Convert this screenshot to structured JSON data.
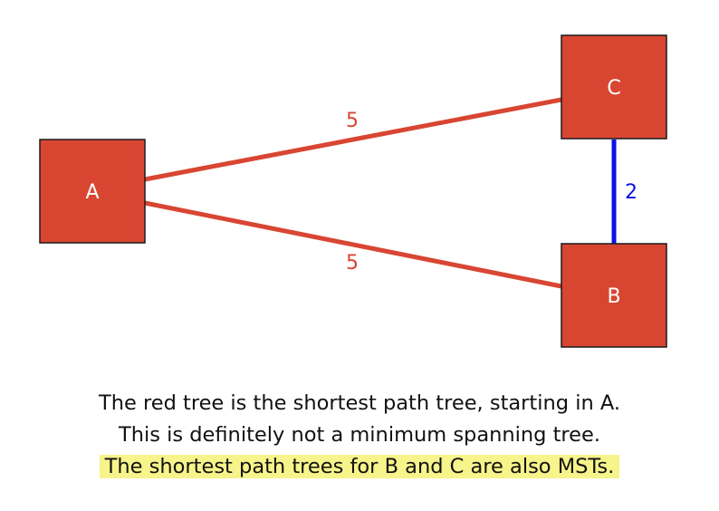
{
  "nodes": [
    {
      "id": "A",
      "label": "A"
    },
    {
      "id": "B",
      "label": "B"
    },
    {
      "id": "C",
      "label": "C"
    }
  ],
  "edges": [
    {
      "from": "A",
      "to": "C",
      "weight": "5",
      "color": "#d84632"
    },
    {
      "from": "A",
      "to": "B",
      "weight": "5",
      "color": "#d84632"
    },
    {
      "from": "C",
      "to": "B",
      "weight": "2",
      "color": "#0a12e8"
    }
  ],
  "caption": {
    "line1": "The red tree is the shortest path tree, starting in A.",
    "line2": "This is definitely not a minimum spanning tree.",
    "line3": "The shortest path trees for B and C are also MSTs."
  },
  "colors": {
    "node_fill": "#d84632",
    "tree_edge": "#d84632",
    "other_edge": "#0a12e8",
    "highlight": "#f6f48a"
  }
}
